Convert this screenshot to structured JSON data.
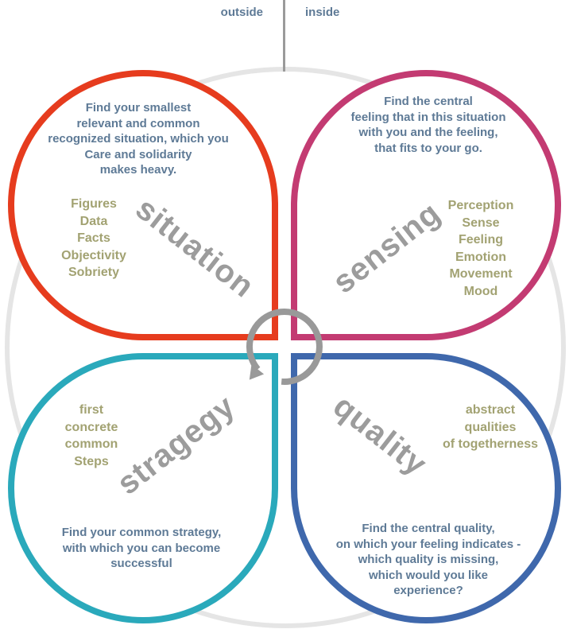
{
  "header": {
    "outside_label": "outside",
    "inside_label": "inside"
  },
  "quadrants": {
    "situation": {
      "watermark": "situation",
      "color": "#e63c1e",
      "description": "Find your smallest\nrelevant and common\nrecognized situation, which you\nCare and solidarity\nmakes heavy.",
      "keywords": "Figures\nData\nFacts\nObjectivity\nSobriety"
    },
    "sensing": {
      "watermark": "sensing",
      "color": "#c33b72",
      "description": "Find the central\nfeeling that in this situation\nwith you and the feeling,\nthat fits to your go.",
      "keywords": "Perception\nSense\nFeeling\nEmotion\nMovement\nMood"
    },
    "strategy": {
      "watermark": "stragegy",
      "color": "#2aa9bb",
      "description": "Find your common strategy,\nwith which you can become\nsuccessful",
      "keywords": "first\nconcrete\ncommon\nSteps"
    },
    "quality": {
      "watermark": "quality",
      "color": "#3f68ac",
      "description": "Find the central quality,\non which your feeling indicates -\nwhich quality is missing,\nwhich would you like\nexperience?",
      "keywords": "abstract\nqualities\nof togetherness"
    }
  },
  "colors": {
    "ring": "#e5e5e5",
    "divider": "#9a9a9a",
    "arrow": "#999999",
    "body_text": "#5e7a96",
    "keyword_text": "#a2a272",
    "watermark_text": "#9c9c9c"
  }
}
